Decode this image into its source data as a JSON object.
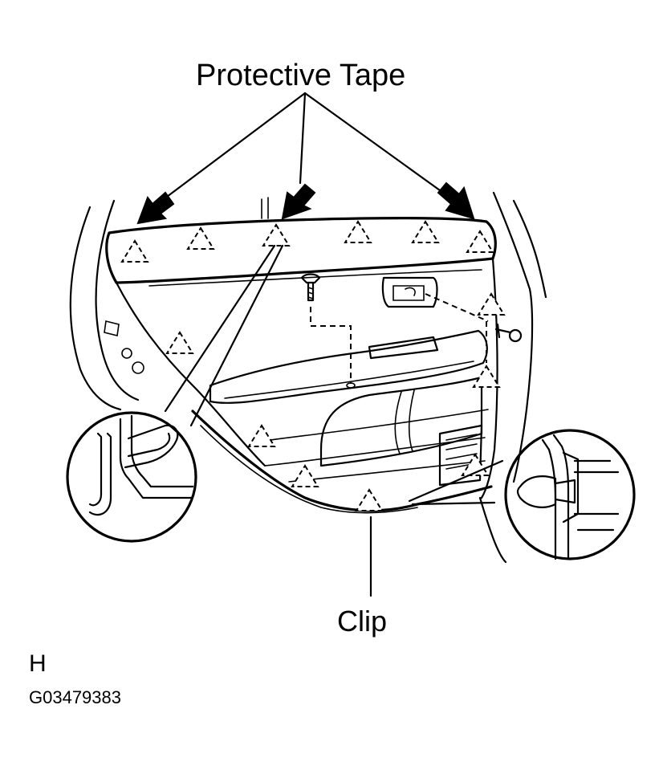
{
  "labels": {
    "protective_tape": "Protective Tape",
    "clip": "Clip",
    "view_letter": "H",
    "figure_code": "G03479383"
  },
  "icons": {
    "callout_arrow": "arrow-icon",
    "clip_marker": "dashed-triangle-icon"
  },
  "colors": {
    "ink": "#000000",
    "paper": "#ffffff"
  }
}
